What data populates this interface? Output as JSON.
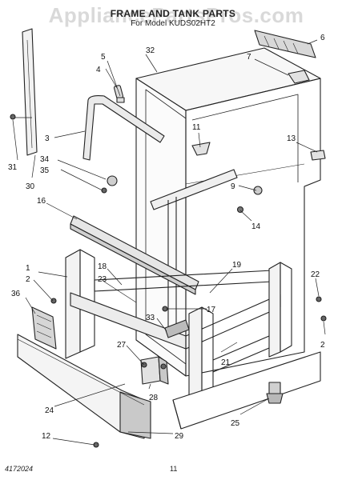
{
  "header": {
    "title": "FRAME AND TANK PARTS",
    "subtitle": "For Model KUDS02HT2"
  },
  "watermark": "AppliancePartsPros.com",
  "footer": {
    "doc_number": "4172024",
    "page_number": "11"
  },
  "callouts": [
    "1",
    "2",
    "2",
    "3",
    "4",
    "5",
    "6",
    "7",
    "9",
    "11",
    "12",
    "13",
    "14",
    "16",
    "17",
    "18",
    "19",
    "21",
    "22",
    "23",
    "24",
    "25",
    "27",
    "28",
    "29",
    "30",
    "31",
    "32",
    "33",
    "34",
    "35",
    "36"
  ]
}
